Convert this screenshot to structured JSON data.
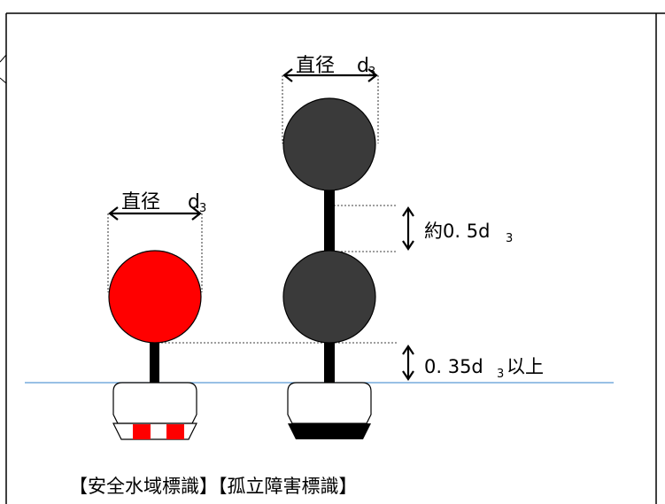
{
  "labels": {
    "diameter": "直径",
    "d_symbol": "d",
    "sub3": "3",
    "spacing_prefix": "約0. 5d",
    "height_prefix": "0. 35d",
    "height_suffix": "以上"
  },
  "captions": {
    "safe_water_mark": "【安全水域標識】",
    "isolated_danger_mark": "【孤立障害標識】"
  },
  "colors": {
    "safe_ball": "#ff0000",
    "danger_ball": "#3a3a3a",
    "waterline": "#5b9bd5",
    "pole": "#000000",
    "band_red": "#ff0000",
    "band_black": "#000000",
    "frame": "#000000"
  },
  "marks": {
    "spacing_ratio": 0.5,
    "min_height_ratio": 0.35
  }
}
